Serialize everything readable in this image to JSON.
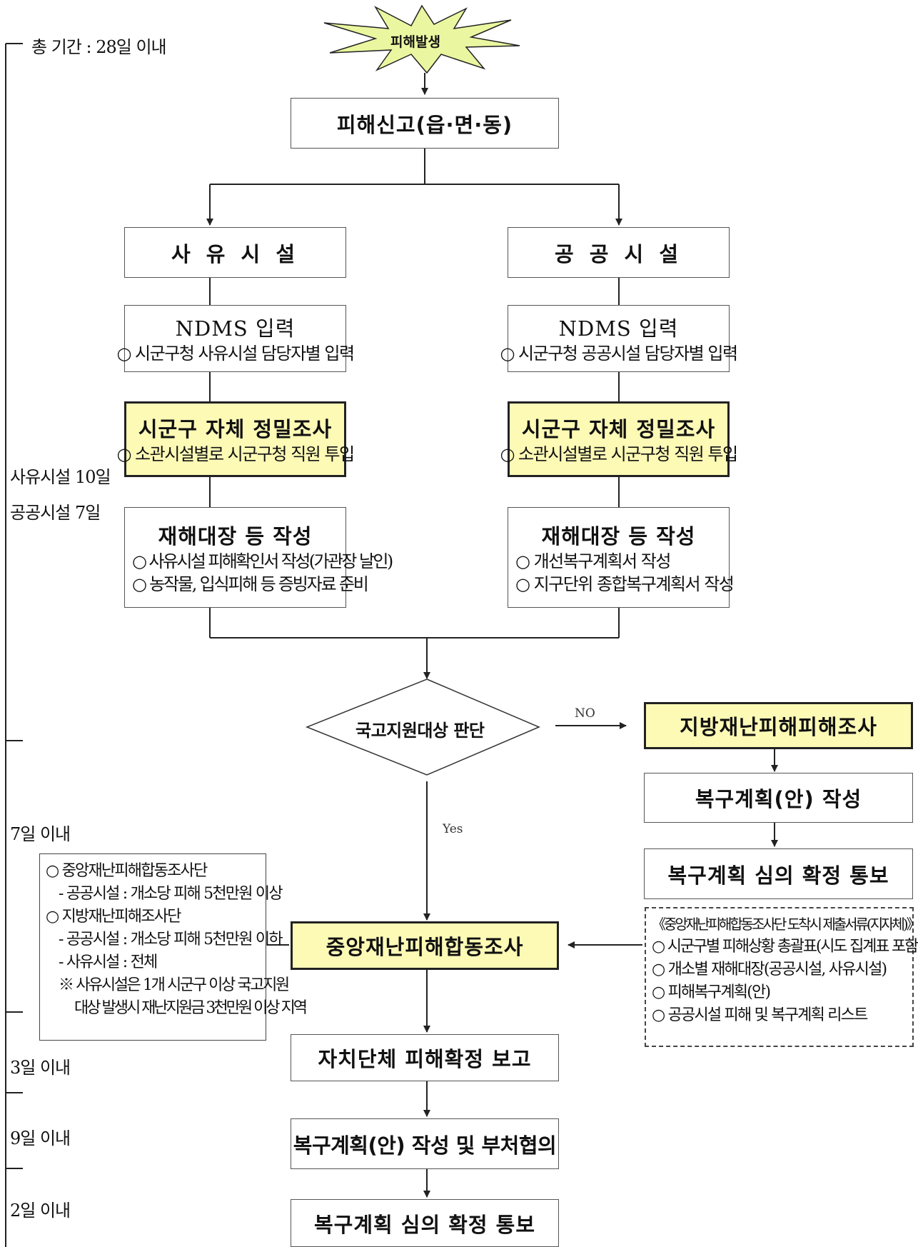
{
  "timeline": {
    "total": "총 기간 : 28일 이내",
    "phase1_private": "사유시설 10일",
    "phase1_public": "공공시설 7일",
    "phase2": "7일 이내",
    "phase3": "3일 이내",
    "phase4": "9일 이내",
    "phase5": "2일 이내"
  },
  "start": {
    "label": "피해발생"
  },
  "report": {
    "title": "피해신고(읍·면·동)"
  },
  "private": {
    "header": "사 유 시 설",
    "ndms_title": "NDMS 입력",
    "ndms_sub": "○ 시군구청 사유시설 담당자별 입력",
    "survey_title": "시군구 자체 정밀조사",
    "survey_sub": "○ 소관시설별로 시군구청 직원 투입",
    "ledger_title": "재해대장 등 작성",
    "ledger_sub1": "○ 사유시설 피해확인서 작성(가관장 날인)",
    "ledger_sub2": "○ 농작물, 입식피해 등 증빙자료 준비"
  },
  "public": {
    "header": "공 공 시 설",
    "ndms_title": "NDMS 입력",
    "ndms_sub": "○ 시군구청 공공시설 담당자별 입력",
    "survey_title": "시군구 자체 정밀조사",
    "survey_sub": "○ 소관시설별로 시군구청 직원 투입",
    "ledger_title": "재해대장 등 작성",
    "ledger_sub1": "○ 개선복구계획서 작성",
    "ledger_sub2": "○ 지구단위 종합복구계획서 작성"
  },
  "decision": {
    "label": "국고지원대상 판단",
    "no": "NO",
    "yes": "Yes"
  },
  "local_branch": {
    "survey": "지방재난피해피해조사",
    "plan": "복구계획(안) 작성",
    "confirm": "복구계획 심의 확정 통보"
  },
  "central": {
    "title": "중앙재난피해합동조사"
  },
  "left_note": {
    "l1": "○ 중앙재난피해합동조사단",
    "l2": "- 공공시설 : 개소당 피해 5천만원 이상",
    "l3": "○ 지방재난피해조사단",
    "l4": "- 공공시설 : 개소당 피해 5천만원 이하",
    "l5": "- 사유시설 : 전체",
    "l6": "※ 사유시설은 1개 시군구 이상 국고지원",
    "l7": "대상 발생시 재난지원금 3천만원 이상 지역"
  },
  "right_note": {
    "l1": "《중앙재난피해합동조사단 도착시 제출서류(지자체)》",
    "l2": "○ 시군구별 피해상황 총괄표(시도 집계표 포함)",
    "l3": "○ 개소별 재해대장(공공시설, 사유시설)",
    "l4": "○ 피해복구계획(안)",
    "l5": "○ 공공시설 피해 및 복구계획 리스트"
  },
  "final": {
    "report": "자치단체 피해확정 보고",
    "plan": "복구계획(안) 작성 및 부처협의",
    "confirm": "복구계획 심의 확정 통보"
  },
  "colors": {
    "highlight": "#fdfab6",
    "burst": "#eaf7a0",
    "line": "#222222"
  }
}
